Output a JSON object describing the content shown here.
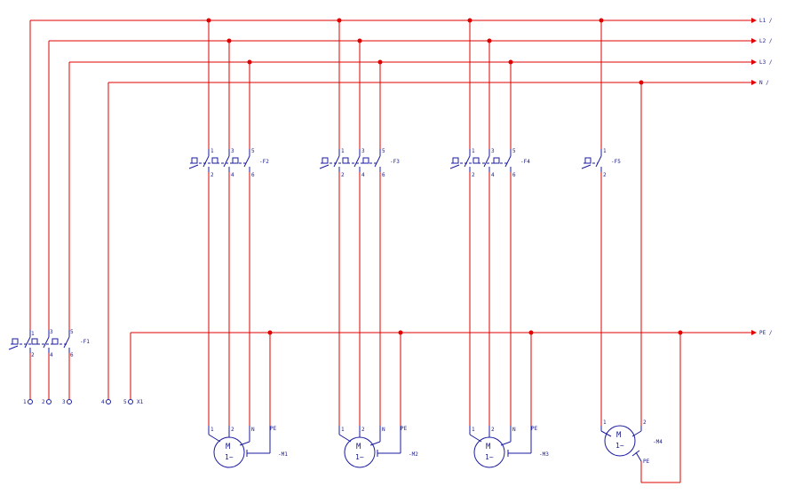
{
  "rails": [
    {
      "id": "L1",
      "label": "L1 /"
    },
    {
      "id": "L2",
      "label": "L2 /"
    },
    {
      "id": "L3",
      "label": "L3 /"
    },
    {
      "id": "N",
      "label": "N /"
    },
    {
      "id": "PE",
      "label": "PE /"
    }
  ],
  "main_breaker": {
    "tag": "-F1",
    "top_pins": [
      "1",
      "3",
      "5"
    ],
    "bottom_pins": [
      "2",
      "4",
      "6"
    ]
  },
  "terminals": {
    "tag": "X1",
    "labels": [
      "1",
      "2",
      "3",
      "4",
      "5"
    ]
  },
  "breakers": [
    {
      "tag": "-F2",
      "top_pins": [
        "1",
        "3",
        "5"
      ],
      "bottom_pins": [
        "2",
        "4",
        "6"
      ]
    },
    {
      "tag": "-F3",
      "top_pins": [
        "1",
        "3",
        "5"
      ],
      "bottom_pins": [
        "2",
        "4",
        "6"
      ]
    },
    {
      "tag": "-F4",
      "top_pins": [
        "1",
        "3",
        "5"
      ],
      "bottom_pins": [
        "2",
        "4",
        "6"
      ]
    },
    {
      "tag": "-F5",
      "top_pins": [
        "1"
      ],
      "bottom_pins": [
        "2"
      ]
    }
  ],
  "motors": [
    {
      "tag": "-M1",
      "symbol_main": "M",
      "symbol_sub": "1~",
      "pins": [
        "1",
        "2",
        "N",
        "PE"
      ]
    },
    {
      "tag": "-M2",
      "symbol_main": "M",
      "symbol_sub": "1~",
      "pins": [
        "1",
        "2",
        "N",
        "PE"
      ]
    },
    {
      "tag": "-M3",
      "symbol_main": "M",
      "symbol_sub": "1~",
      "pins": [
        "1",
        "2",
        "N",
        "PE"
      ]
    },
    {
      "tag": "-M4",
      "symbol_main": "M",
      "symbol_sub": "1~",
      "pins": [
        "1",
        "2",
        "PE"
      ]
    }
  ],
  "colors": {
    "wire": "#e00000",
    "symbol": "#1a1aa0",
    "text": "#1a1a8c"
  }
}
